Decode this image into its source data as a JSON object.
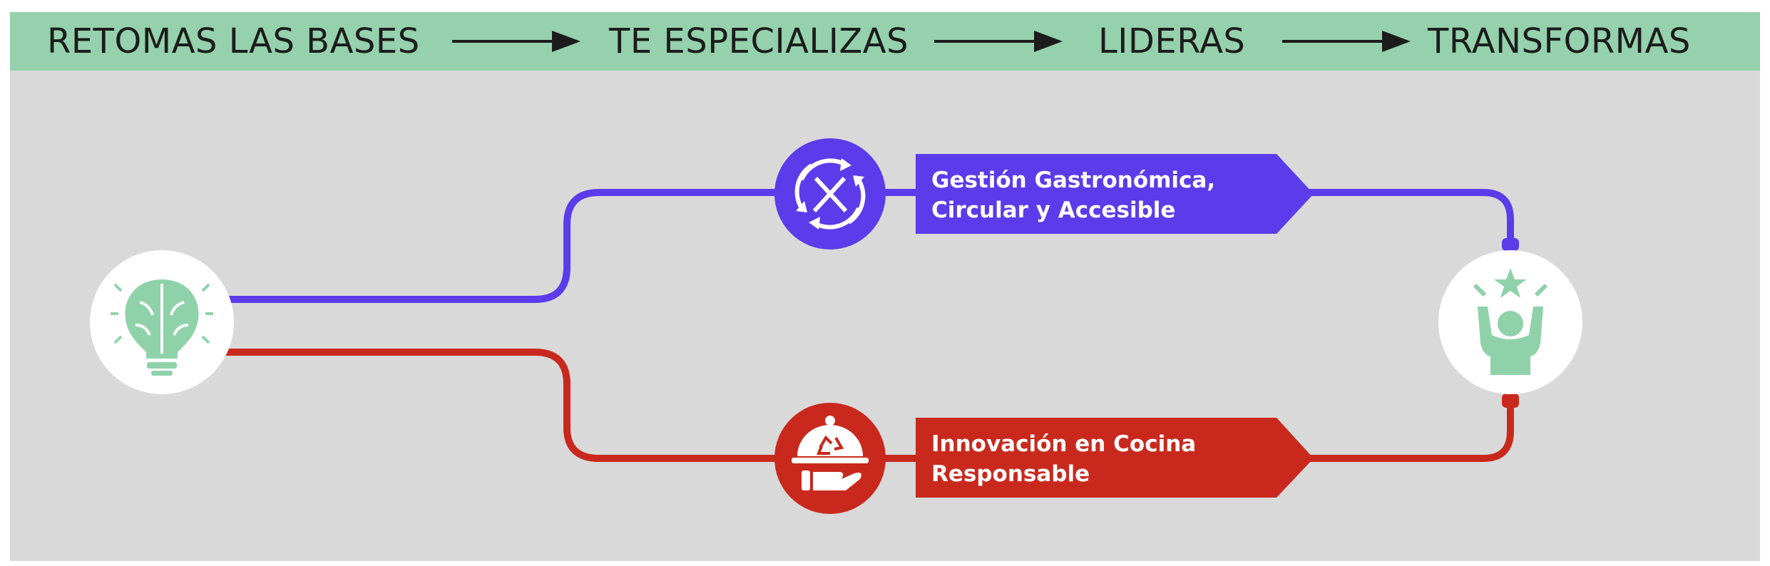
{
  "steps": [
    {
      "label": "RETOMAS LAS BASES"
    },
    {
      "label": "TE ESPECIALIZAS"
    },
    {
      "label": "LIDERAS"
    },
    {
      "label": "TRANSFORMAS"
    }
  ],
  "tracks": {
    "upper": {
      "label": "Gestión Gastronómica,\nCircular y Accesible",
      "color": "#5b3bea",
      "icon": "dish-cycle-icon"
    },
    "lower": {
      "label": "Innovación en Cocina\nResponsable",
      "color": "#c9291d",
      "icon": "cloche-recycle-icon"
    }
  },
  "start_icon": "brain-lightbulb-icon",
  "end_icon": "celebrating-person-icon",
  "colors": {
    "header": "#94d1ac",
    "background": "#d9d9d9",
    "accent_green": "#8fd2aa"
  }
}
